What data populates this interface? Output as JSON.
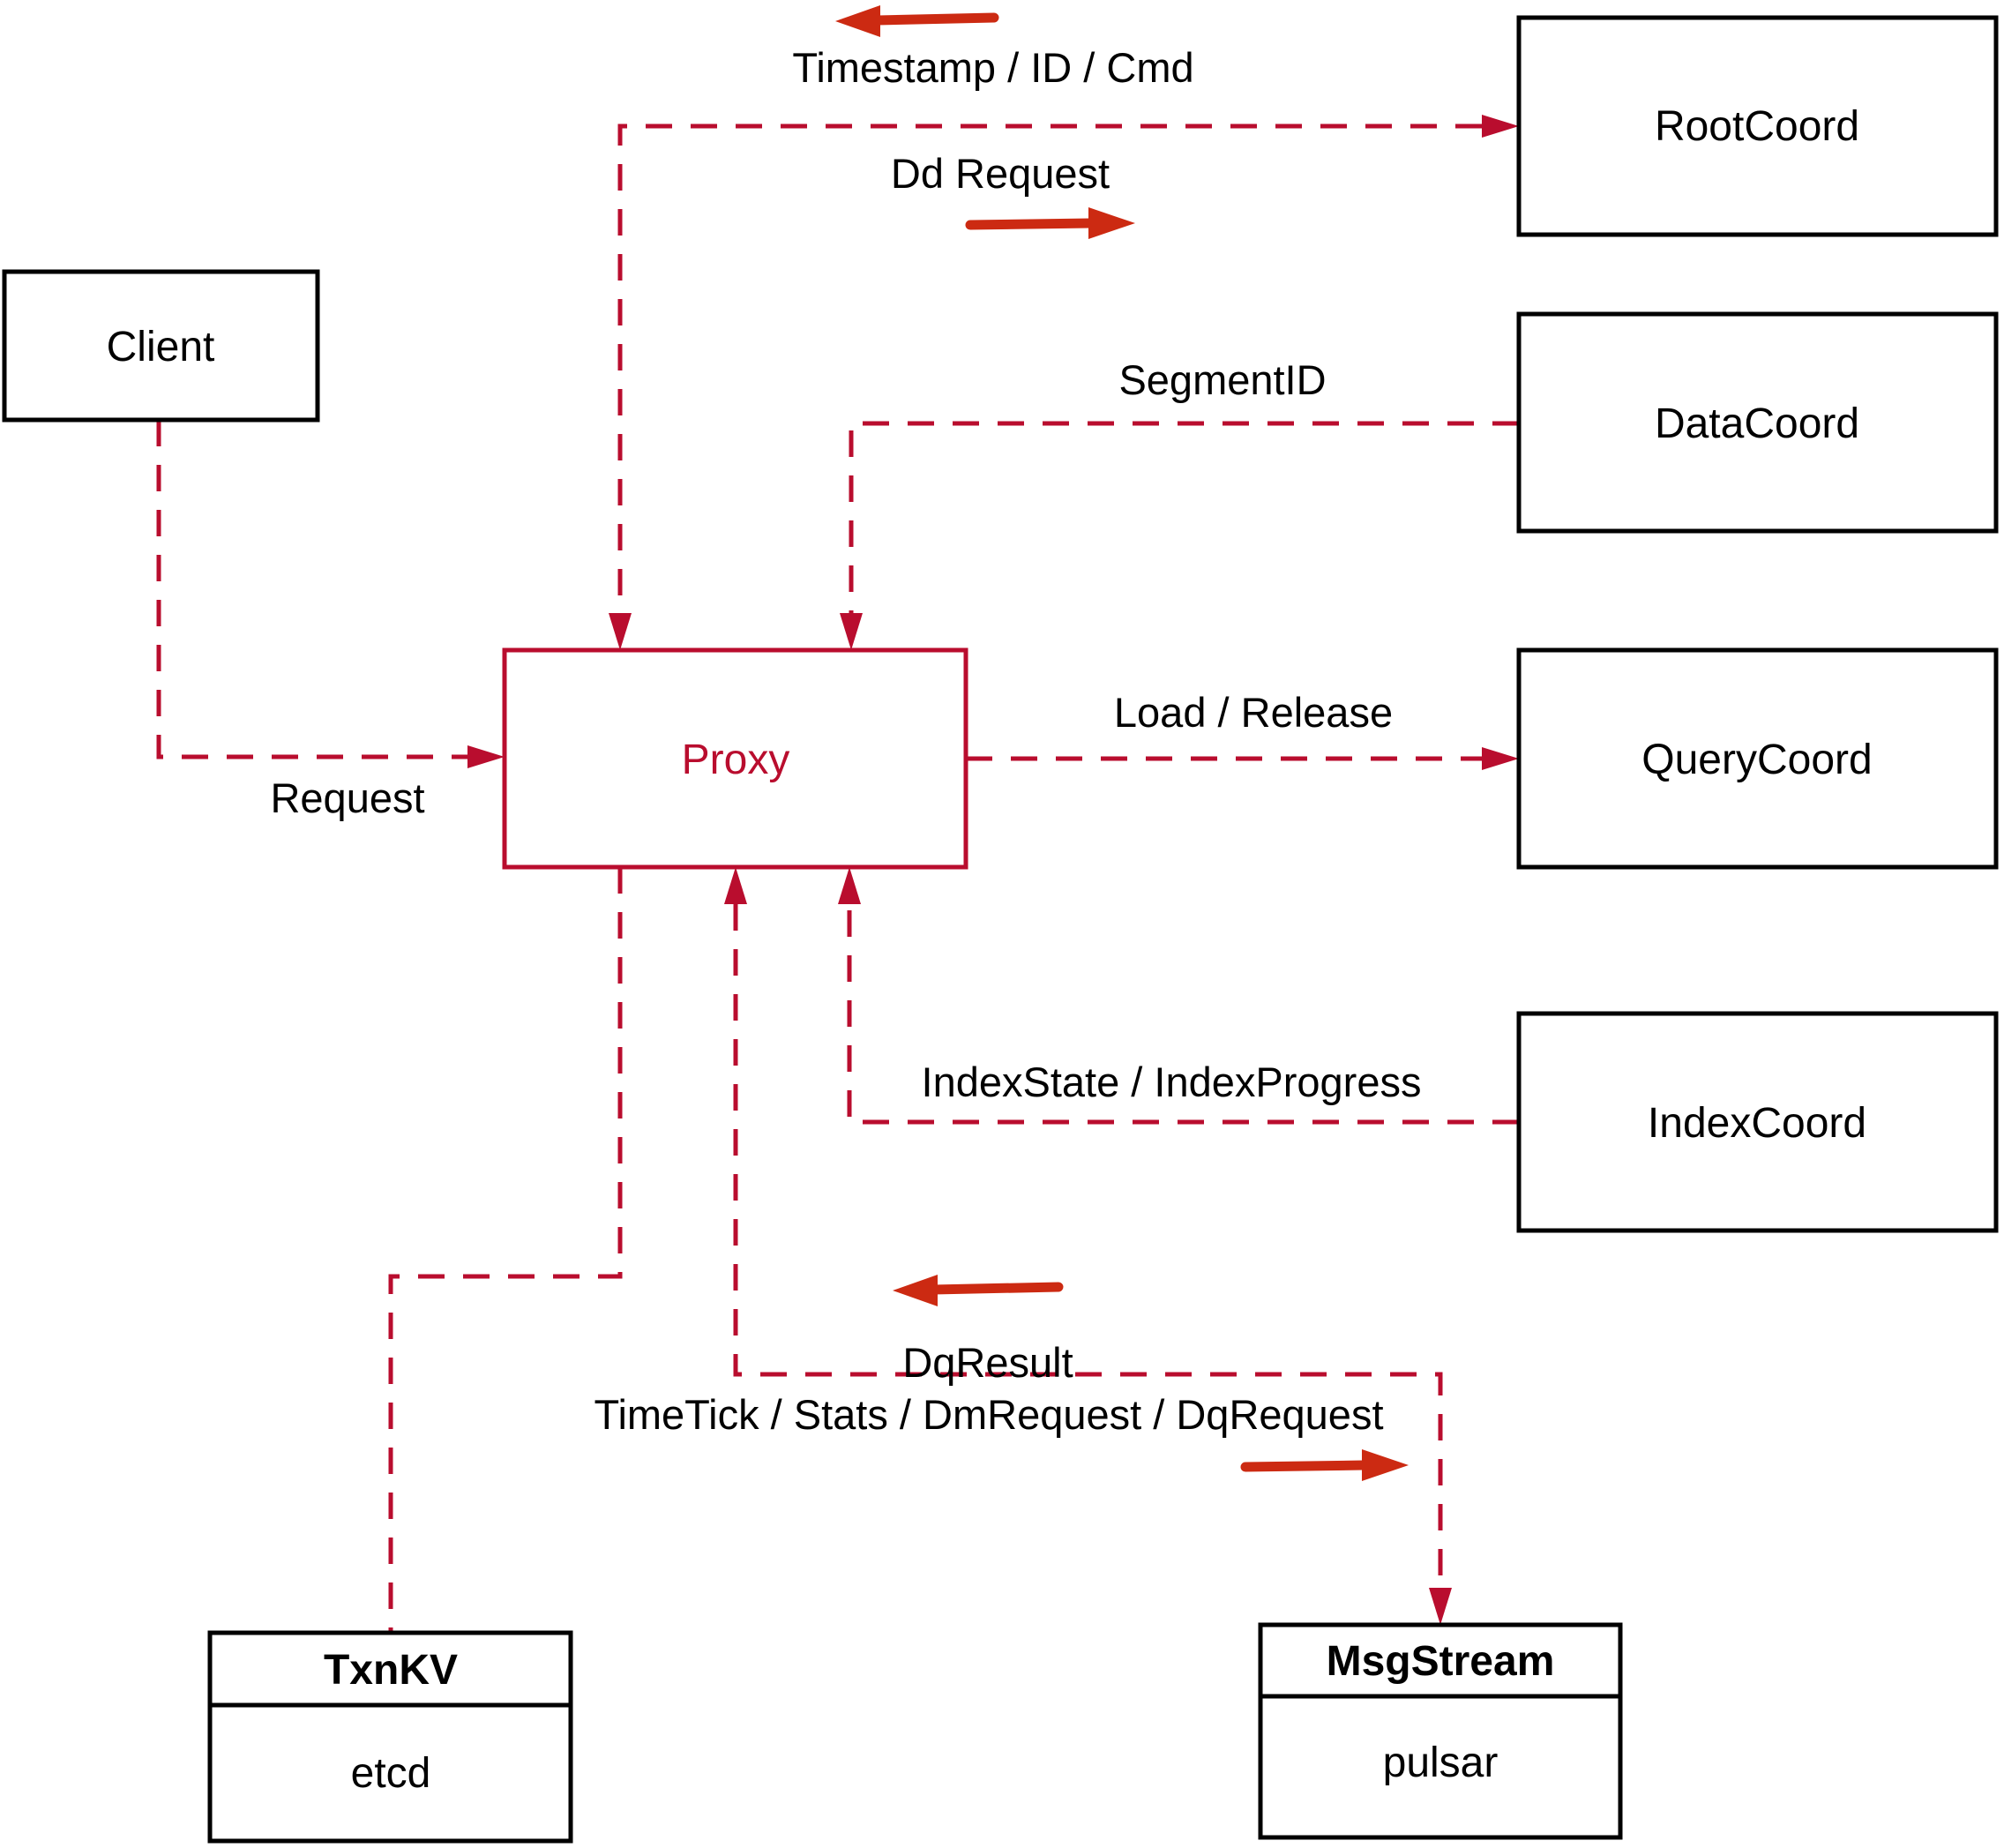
{
  "colors": {
    "line_red": "#b90d2e",
    "arrow_red": "#cc2a12",
    "box_black": "#000000",
    "text_black": "#000000",
    "background": "#ffffff"
  },
  "nodes": {
    "client": {
      "label": "Client"
    },
    "proxy": {
      "label": "Proxy"
    },
    "root_coord": {
      "label": "RootCoord"
    },
    "data_coord": {
      "label": "DataCoord"
    },
    "query_coord": {
      "label": "QueryCoord"
    },
    "index_coord": {
      "label": "IndexCoord"
    },
    "txn_kv": {
      "title": "TxnKV",
      "subtitle": "etcd"
    },
    "msg_stream": {
      "title": "MsgStream",
      "subtitle": "pulsar"
    }
  },
  "edges": {
    "proxy_rootcoord": {
      "label_return": "Timestamp / ID / Cmd",
      "label_send": "Dd Request"
    },
    "datacoord_proxy": {
      "label": "SegmentID"
    },
    "proxy_querycoord": {
      "label": "Load / Release"
    },
    "indexcoord_proxy": {
      "label": "IndexState / IndexProgress"
    },
    "client_proxy": {
      "label": "Request"
    },
    "proxy_msgstream": {
      "label_return": "DqResult",
      "label_send": "TimeTick / Stats / DmRequest / DqRequest"
    }
  }
}
